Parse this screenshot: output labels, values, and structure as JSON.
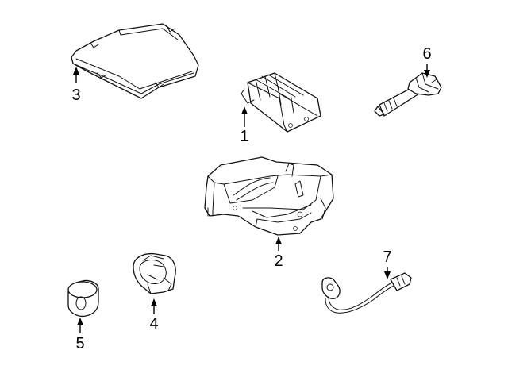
{
  "callouts": [
    "1",
    "2",
    "3",
    "4",
    "5",
    "6",
    "7"
  ],
  "colors": {
    "line": "#111111",
    "background": "#ffffff"
  }
}
